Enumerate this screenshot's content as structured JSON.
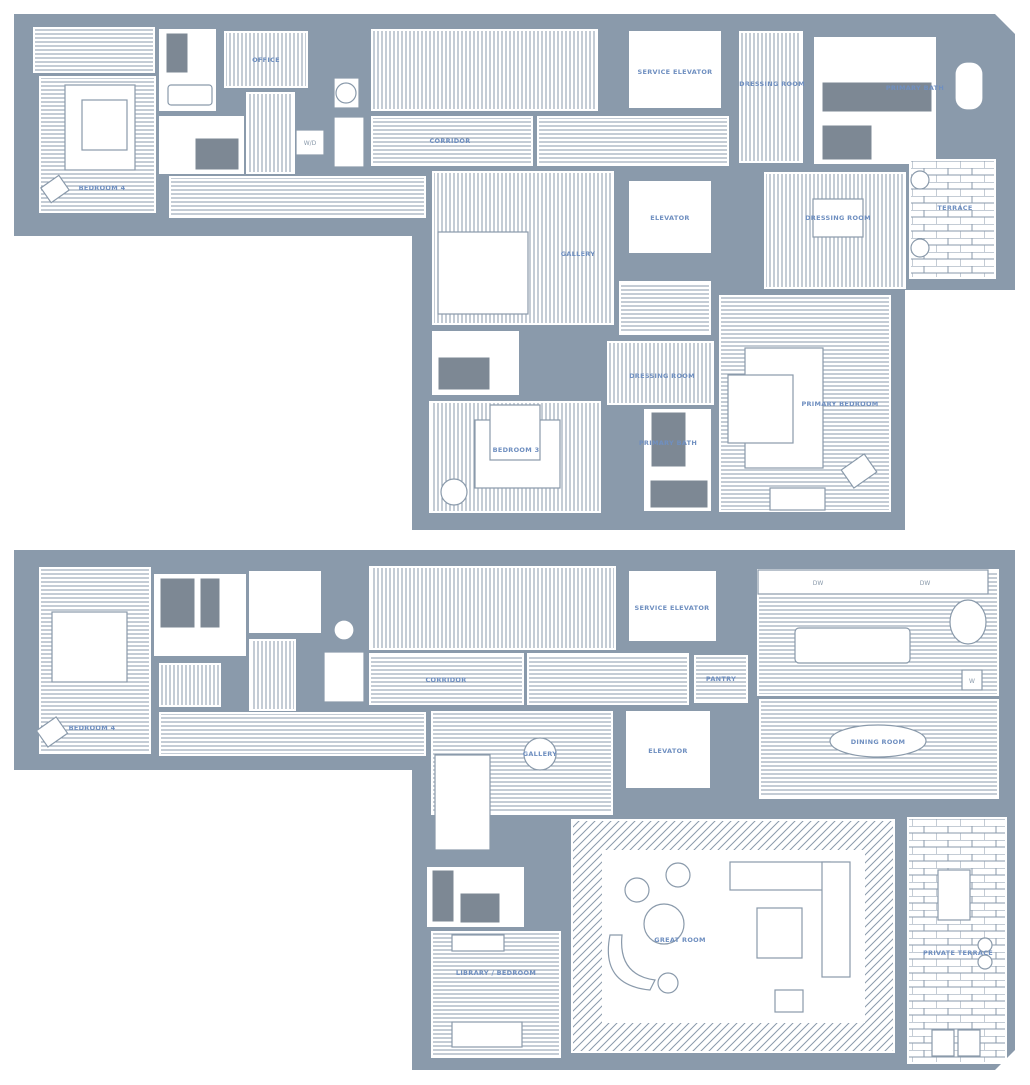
{
  "colors": {
    "wall": "#8a9aab",
    "floor": "#ffffff",
    "label": "#6f8fc0"
  },
  "upper_floor": {
    "rooms": {
      "bedroom": "BEDROOM 4",
      "office": "OFFICE",
      "wd": "W/D",
      "corridor": "CORRIDOR",
      "service_elevator": "SERVICE ELEVATOR",
      "elevator": "ELEVATOR",
      "dressing_room_a": "DRESSING ROOM",
      "primary_bath": "PRIMARY BATH",
      "dressing_room_b": "DRESSING ROOM",
      "terrace": "TERRACE",
      "gallery": "GALLERY",
      "bedroom3": "BEDROOM 3",
      "dressing_room_c": "DRESSING ROOM",
      "primary_bath_2": "PRIMARY BATH",
      "primary_bedroom": "PRIMARY BEDROOM"
    }
  },
  "lower_floor": {
    "rooms": {
      "bedroom": "BEDROOM 4",
      "corridor": "CORRIDOR",
      "service_elevator": "SERVICE ELEVATOR",
      "pantry": "PANTRY",
      "elevator": "ELEVATOR",
      "gallery": "GALLERY",
      "dining_room": "DINING ROOM",
      "great_room": "GREAT ROOM",
      "private_terrace": "PRIVATE TERRACE",
      "library": "LIBRARY / BEDROOM",
      "dw1": "DW",
      "dw2": "DW",
      "w": "W"
    }
  }
}
